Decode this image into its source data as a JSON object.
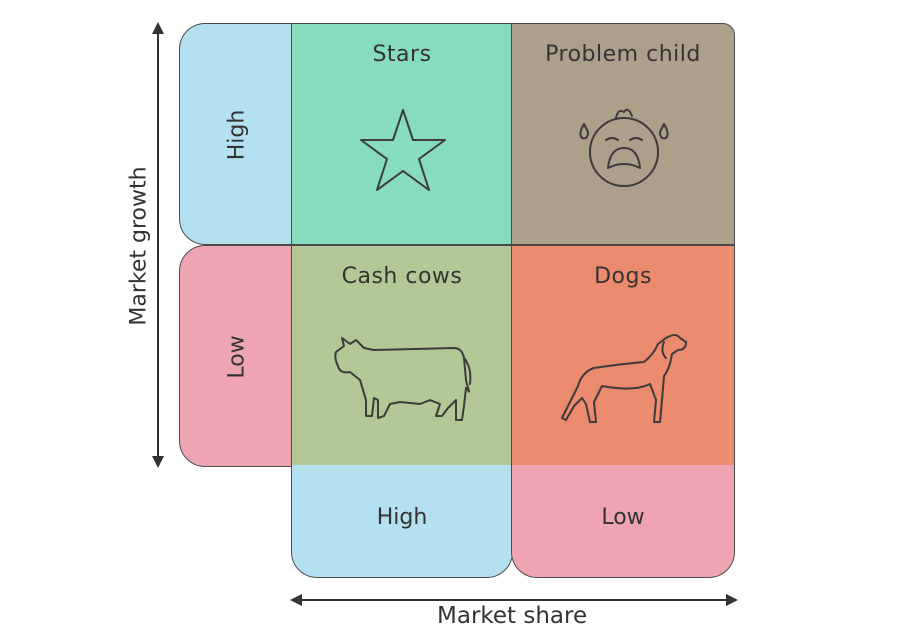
{
  "axes": {
    "y_label": "Market growth",
    "x_label": "Market share"
  },
  "rows": [
    {
      "label": "High"
    },
    {
      "label": "Low"
    }
  ],
  "columns": [
    {
      "label": "High"
    },
    {
      "label": "Low"
    }
  ],
  "quadrants": {
    "stars": {
      "title": "Stars",
      "icon": "star-icon"
    },
    "problem_child": {
      "title": "Problem child",
      "icon": "crying-face-icon"
    },
    "cash_cows": {
      "title": "Cash cows",
      "icon": "cow-icon"
    },
    "dogs": {
      "title": "Dogs",
      "icon": "dog-icon"
    }
  },
  "colors": {
    "high_tab": "#b4e0ef",
    "low_tab": "#efa4b2",
    "stars": "#86dcbd",
    "problem_child": "#ada08a",
    "cash_cows": "#b2c897",
    "dogs": "#ed8b6e"
  }
}
